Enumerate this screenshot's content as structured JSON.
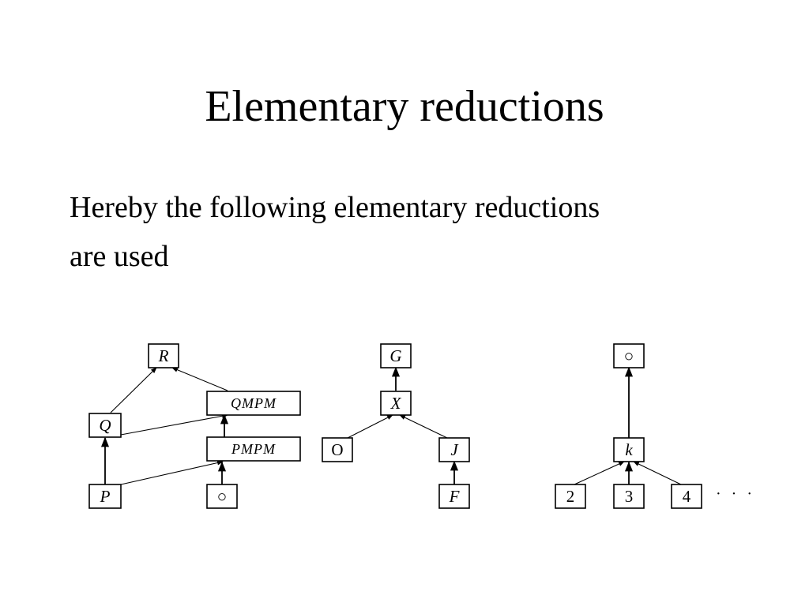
{
  "slide": {
    "title": "Elementary reductions",
    "body_line_1": "Hereby the following elementary reductions",
    "body_line_2": "are used"
  },
  "diagram_1": {
    "R": "R",
    "QMPM": "QMPM",
    "Q": "Q",
    "PMPM": "PMPM",
    "P": "P",
    "circle": "○"
  },
  "diagram_2": {
    "G": "G",
    "X": "X",
    "O": "O",
    "J": "J",
    "F": "F"
  },
  "diagram_3": {
    "circle": "○",
    "k": "k",
    "two": "2",
    "three": "3",
    "four": "4",
    "ellipsis": "· · ·"
  }
}
